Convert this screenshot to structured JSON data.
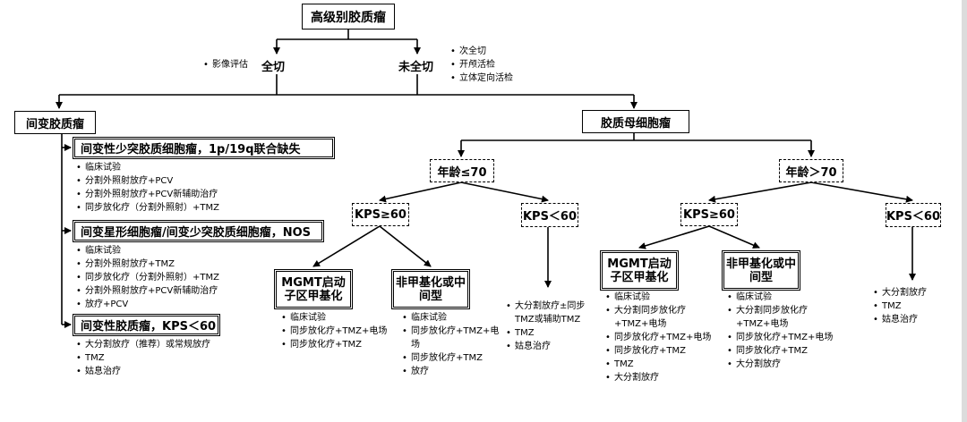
{
  "root": "高级别胶质瘤",
  "left_branch": {
    "label": "全切",
    "note": "影像评估"
  },
  "right_branch": {
    "label": "未全切",
    "notes": [
      "次全切",
      "开颅活检",
      "立体定向活检"
    ]
  },
  "anaplastic": {
    "title": "间变胶质瘤",
    "groups": [
      {
        "title": "间变性少突胶质细胞瘤，1p/19q联合缺失",
        "items": [
          "临床试验",
          "分割外照射放疗+PCV",
          "分割外照射放疗+PCV新辅助治疗",
          "同步放化疗（分割外照射）+TMZ"
        ]
      },
      {
        "title": "间变星形细胞瘤/间变少突胶质细胞瘤，NOS",
        "items": [
          "临床试验",
          "分割外照射放疗+TMZ",
          "同步放化疗（分割外照射）+TMZ",
          "分割外照射放疗+PCV新辅助治疗",
          "放疗+PCV"
        ]
      },
      {
        "title": "间变性胶质瘤，KPS＜60",
        "items": [
          "大分割放疗（推荐）或常规放疗",
          "TMZ",
          "姑息治疗"
        ]
      }
    ]
  },
  "gbm": {
    "title": "胶质母细胞瘤",
    "young": {
      "label": "年龄≤70",
      "kps_high": {
        "label": "KPS≥60",
        "methylated": {
          "label": "MGMT启动子区甲基化",
          "items": [
            "临床试验",
            "同步放化疗+TMZ+电场",
            "同步放化疗+TMZ"
          ]
        },
        "unmethylated": {
          "label": "非甲基化或中间型",
          "items": [
            "临床试验",
            "同步放化疗+TMZ+电场",
            "同步放化疗+TMZ",
            "放疗"
          ]
        }
      },
      "kps_low": {
        "label": "KPS＜60",
        "items": [
          "大分割放疗±同步TMZ或辅助TMZ",
          "TMZ",
          "姑息治疗"
        ]
      }
    },
    "old": {
      "label": "年龄＞70",
      "kps_high": {
        "label": "KPS≥60",
        "methylated": {
          "label": "MGMT启动子区甲基化",
          "items": [
            "临床试验",
            "大分割同步放化疗+TMZ+电场",
            "同步放化疗+TMZ+电场",
            "同步放化疗+TMZ",
            "TMZ",
            "大分割放疗"
          ]
        },
        "unmethylated": {
          "label": "非甲基化或中间型",
          "items": [
            "临床试验",
            "大分割同步放化疗+TMZ+电场",
            "同步放化疗+TMZ+电场",
            "同步放化疗+TMZ",
            "大分割放疗"
          ]
        }
      },
      "kps_low": {
        "label": "KPS＜60",
        "items": [
          "大分割放疗",
          "TMZ",
          "姑息治疗"
        ]
      }
    }
  }
}
